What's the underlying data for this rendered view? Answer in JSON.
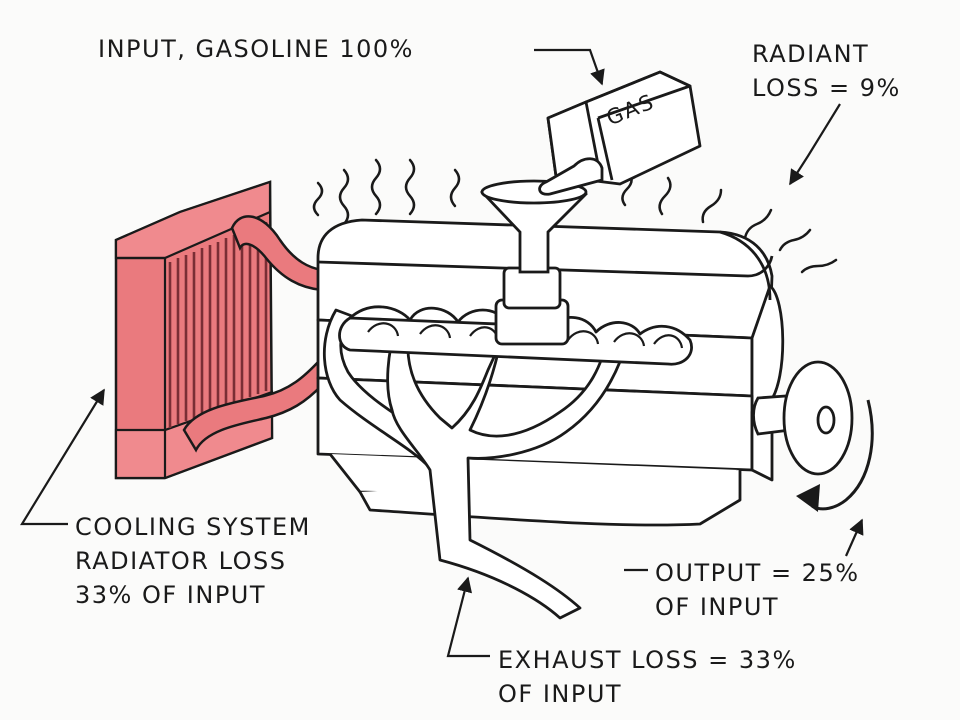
{
  "labels": {
    "input": [
      "INPUT, GASOLINE 100%"
    ],
    "radiant": [
      "RADIANT",
      "LOSS = 9%"
    ],
    "cooling": [
      "COOLING SYSTEM",
      "RADIATOR LOSS",
      "33% OF INPUT"
    ],
    "output": [
      "OUTPUT = 25%",
      "OF INPUT"
    ],
    "exhaust": [
      "EXHAUST LOSS = 33%",
      "OF INPUT"
    ],
    "gas_can": "GAS"
  },
  "colors": {
    "radiator_fill": "#ea7a7e",
    "radiator_dark": "#b74a52",
    "hose_fill": "#ea7a7e",
    "ink": "#1a1a1a",
    "engine_fill": "#ffffff"
  },
  "icons": [
    "radiator-icon",
    "engine-block-icon",
    "gas-can-icon",
    "funnel-icon",
    "flywheel-icon",
    "exhaust-manifold-icon",
    "rotation-arrow-icon"
  ]
}
